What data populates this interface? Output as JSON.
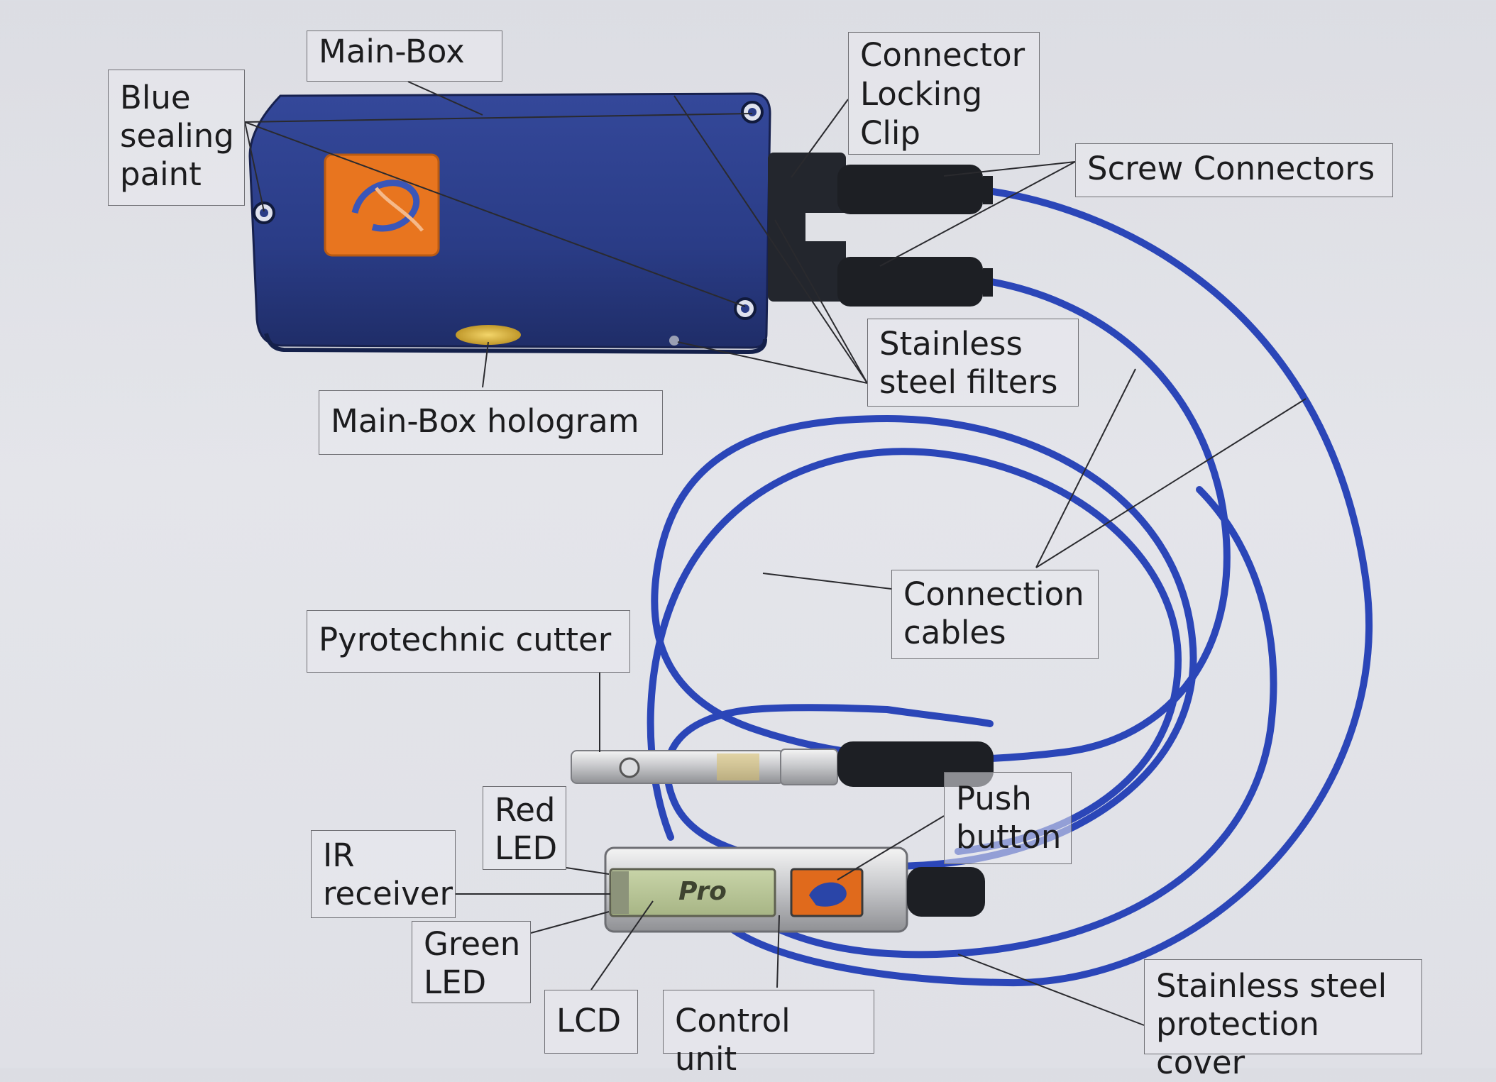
{
  "labels": {
    "main_box": "Main-Box",
    "blue_sealing_paint": "Blue\nsealing\npaint",
    "connector_locking_clip": "Connector\nLocking\nClip",
    "screw_connectors": "Screw Connectors",
    "stainless_steel_filters": "Stainless\nsteel filters",
    "main_box_hologram": "Main-Box hologram",
    "connection_cables": "Connection\ncables",
    "pyrotechnic_cutter": "Pyrotechnic cutter",
    "red_led": "Red\nLED",
    "push_button": "Push\nbutton",
    "ir_receiver": "IR\nreceiver",
    "green_led": "Green\nLED",
    "lcd": "LCD",
    "control_unit": "Control unit",
    "stainless_steel_protection_cover": "Stainless steel\nprotection cover"
  },
  "lcd_text": "Pro",
  "colors": {
    "main_box": "#2a3f8f",
    "cable": "#2b46b8",
    "hologram_orange": "#e8751f",
    "lcd_green": "#b9c79a",
    "background": "#e0e1e6"
  }
}
